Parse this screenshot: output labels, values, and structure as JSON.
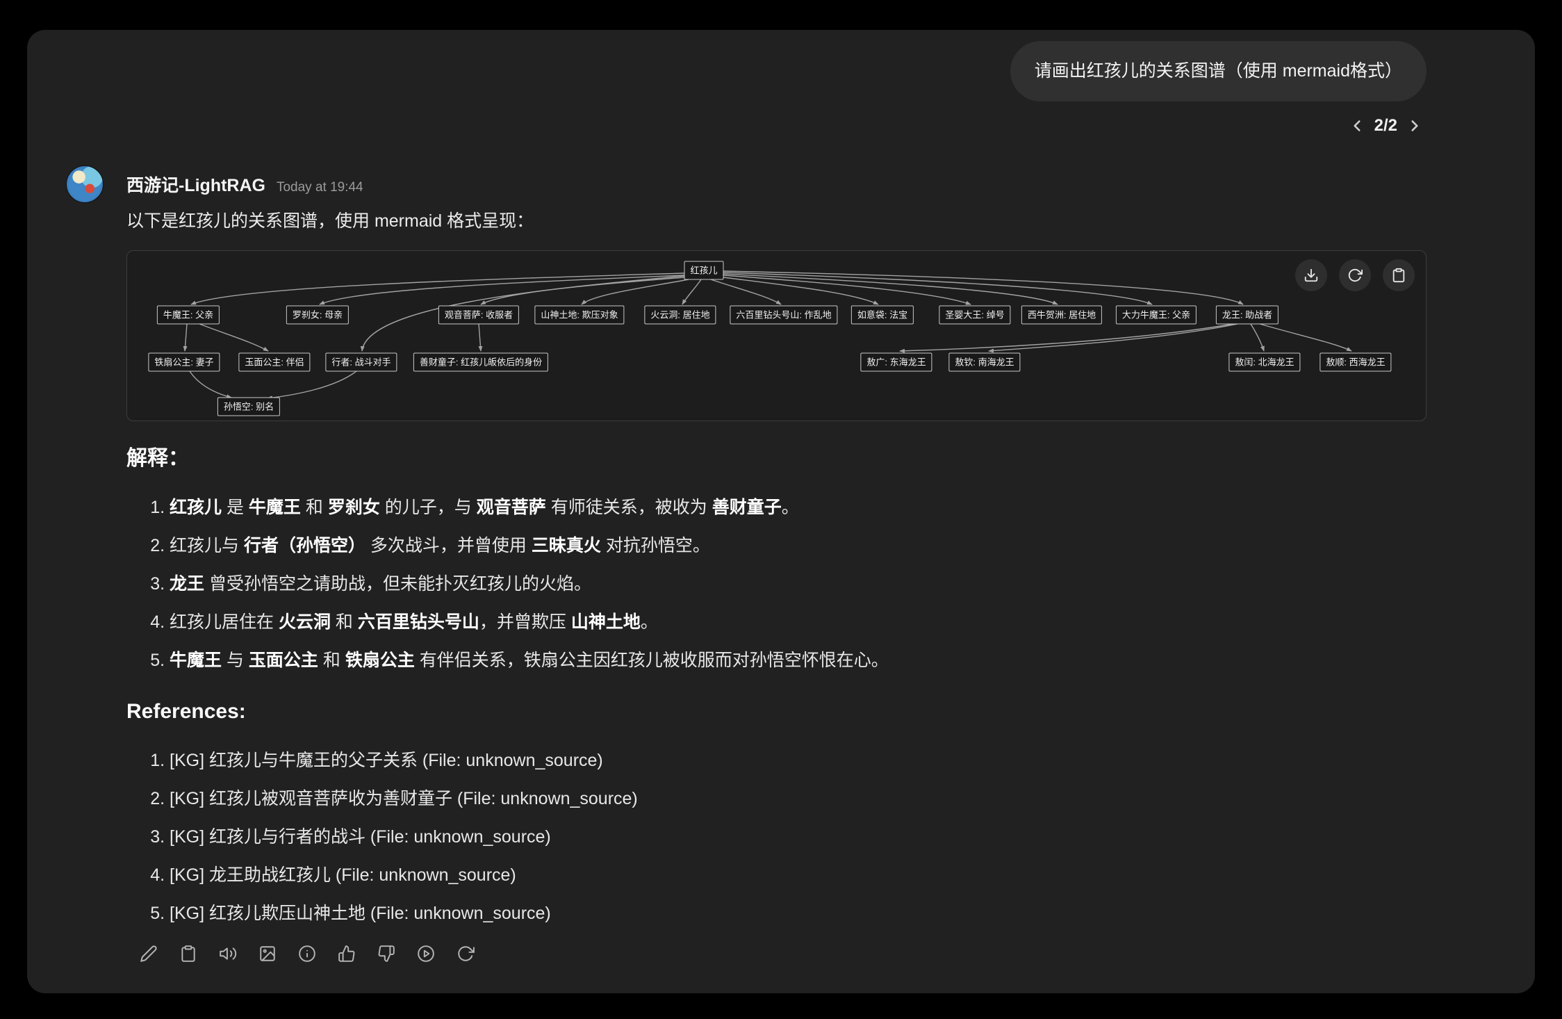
{
  "user_message": {
    "text": "请画出红孩儿的关系图谱（使用 mermaid格式）"
  },
  "pagination": {
    "count": "2/2"
  },
  "assistant": {
    "name": "西游记-LightRAG",
    "timestamp": "Today at 19:44",
    "intro": "以下是红孩儿的关系图谱，使用 mermaid 格式呈现："
  },
  "diagram": {
    "nodes": [
      "红孩儿",
      "牛魔王: 父亲",
      "罗刹女: 母亲",
      "观音菩萨: 收服者",
      "山神土地: 欺压对象",
      "火云洞: 居住地",
      "六百里钻头号山: 作乱地",
      "如意袋: 法宝",
      "圣婴大王: 绰号",
      "西牛贺洲: 居住地",
      "大力牛魔王: 父亲",
      "龙王: 助战者",
      "铁扇公主: 妻子",
      "玉面公主: 伴侣",
      "行者: 战斗对手",
      "善财童子: 红孩儿皈依后的身份",
      "敖广: 东海龙王",
      "敖钦: 南海龙王",
      "敖闰: 北海龙王",
      "敖顺: 西海龙王",
      "孙悟空: 别名"
    ],
    "edges": [
      "红孩儿 → 牛魔王: 父亲",
      "红孩儿 → 罗刹女: 母亲",
      "红孩儿 → 观音菩萨: 收服者",
      "红孩儿 → 山神土地: 欺压对象",
      "红孩儿 → 火云洞: 居住地",
      "红孩儿 → 六百里钻头号山: 作乱地",
      "红孩儿 → 如意袋: 法宝",
      "红孩儿 → 圣婴大王: 绰号",
      "红孩儿 → 西牛贺洲: 居住地",
      "红孩儿 → 大力牛魔王: 父亲",
      "红孩儿 → 龙王: 助战者",
      "红孩儿 → 行者: 战斗对手",
      "牛魔王 → 铁扇公主: 妻子",
      "牛魔王 → 玉面公主: 伴侣",
      "观音菩萨 → 善财童子: 红孩儿皈依后的身份",
      "铁扇公主 → 孙悟空: 别名",
      "行者 → 孙悟空: 别名",
      "龙王 → 敖广: 东海龙王",
      "龙王 → 敖钦: 南海龙王",
      "龙王 → 敖闰: 北海龙王",
      "龙王 → 敖顺: 西海龙王"
    ]
  },
  "explanation": {
    "heading": "解释：",
    "items": [
      [
        {
          "t": "红孩儿",
          "b": true
        },
        {
          "t": " 是 "
        },
        {
          "t": "牛魔王",
          "b": true
        },
        {
          "t": " 和 "
        },
        {
          "t": "罗刹女",
          "b": true
        },
        {
          "t": " 的儿子，与 "
        },
        {
          "t": "观音菩萨",
          "b": true
        },
        {
          "t": " 有师徒关系，被收为 "
        },
        {
          "t": "善财童子",
          "b": true
        },
        {
          "t": "。"
        }
      ],
      [
        {
          "t": "红孩儿与 "
        },
        {
          "t": "行者（孙悟空）",
          "b": true
        },
        {
          "t": " 多次战斗，并曾使用 "
        },
        {
          "t": "三昧真火",
          "b": true
        },
        {
          "t": " 对抗孙悟空。"
        }
      ],
      [
        {
          "t": "龙王",
          "b": true
        },
        {
          "t": " 曾受孙悟空之请助战，但未能扑灭红孩儿的火焰。"
        }
      ],
      [
        {
          "t": "红孩儿居住在 "
        },
        {
          "t": "火云洞",
          "b": true
        },
        {
          "t": " 和 "
        },
        {
          "t": "六百里钻头号山",
          "b": true
        },
        {
          "t": "，并曾欺压 "
        },
        {
          "t": "山神土地",
          "b": true
        },
        {
          "t": "。"
        }
      ],
      [
        {
          "t": "牛魔王",
          "b": true
        },
        {
          "t": " 与 "
        },
        {
          "t": "玉面公主",
          "b": true
        },
        {
          "t": " 和 "
        },
        {
          "t": "铁扇公主",
          "b": true
        },
        {
          "t": " 有伴侣关系，铁扇公主因红孩儿被收服而对孙悟空怀恨在心。"
        }
      ]
    ]
  },
  "references": {
    "heading": "References:",
    "items": [
      "[KG] 红孩儿与牛魔王的父子关系 (File: unknown_source)",
      "[KG] 红孩儿被观音菩萨收为善财童子 (File: unknown_source)",
      "[KG] 红孩儿与行者的战斗 (File: unknown_source)",
      "[KG] 龙王助战红孩儿 (File: unknown_source)",
      "[KG] 红孩儿欺压山神土地 (File: unknown_source)"
    ]
  },
  "colors": {
    "page_bg": "#000000",
    "panel_bg": "#212121",
    "bubble_bg": "#303030",
    "edge_stroke": "#a3a3a3",
    "muted_text": "#9b9b9b"
  }
}
